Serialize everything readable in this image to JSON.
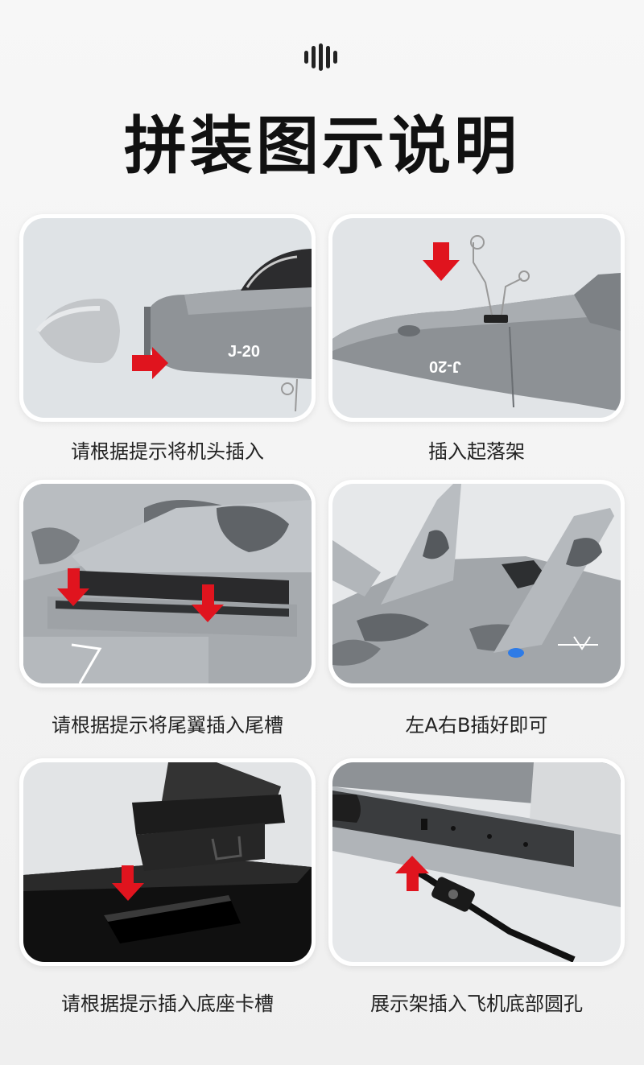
{
  "page": {
    "title": "拼装图示说明",
    "icon": "equalizer-bars-icon"
  },
  "steps": [
    {
      "caption": "请根据提示将机头插入",
      "marking": "J-20"
    },
    {
      "caption": "插入起落架",
      "marking": "J-20"
    },
    {
      "caption": "请根据提示将尾翼插入尾槽"
    },
    {
      "caption": "左A右B插好即可"
    },
    {
      "caption": "请根据提示插入底座卡槽"
    },
    {
      "caption": "展示架插入飞机底部圆孔"
    }
  ],
  "colors": {
    "arrow": "#e0141e",
    "plane_gray": "#9a9ea2",
    "plane_dark": "#5e6266",
    "base_black": "#111111"
  }
}
